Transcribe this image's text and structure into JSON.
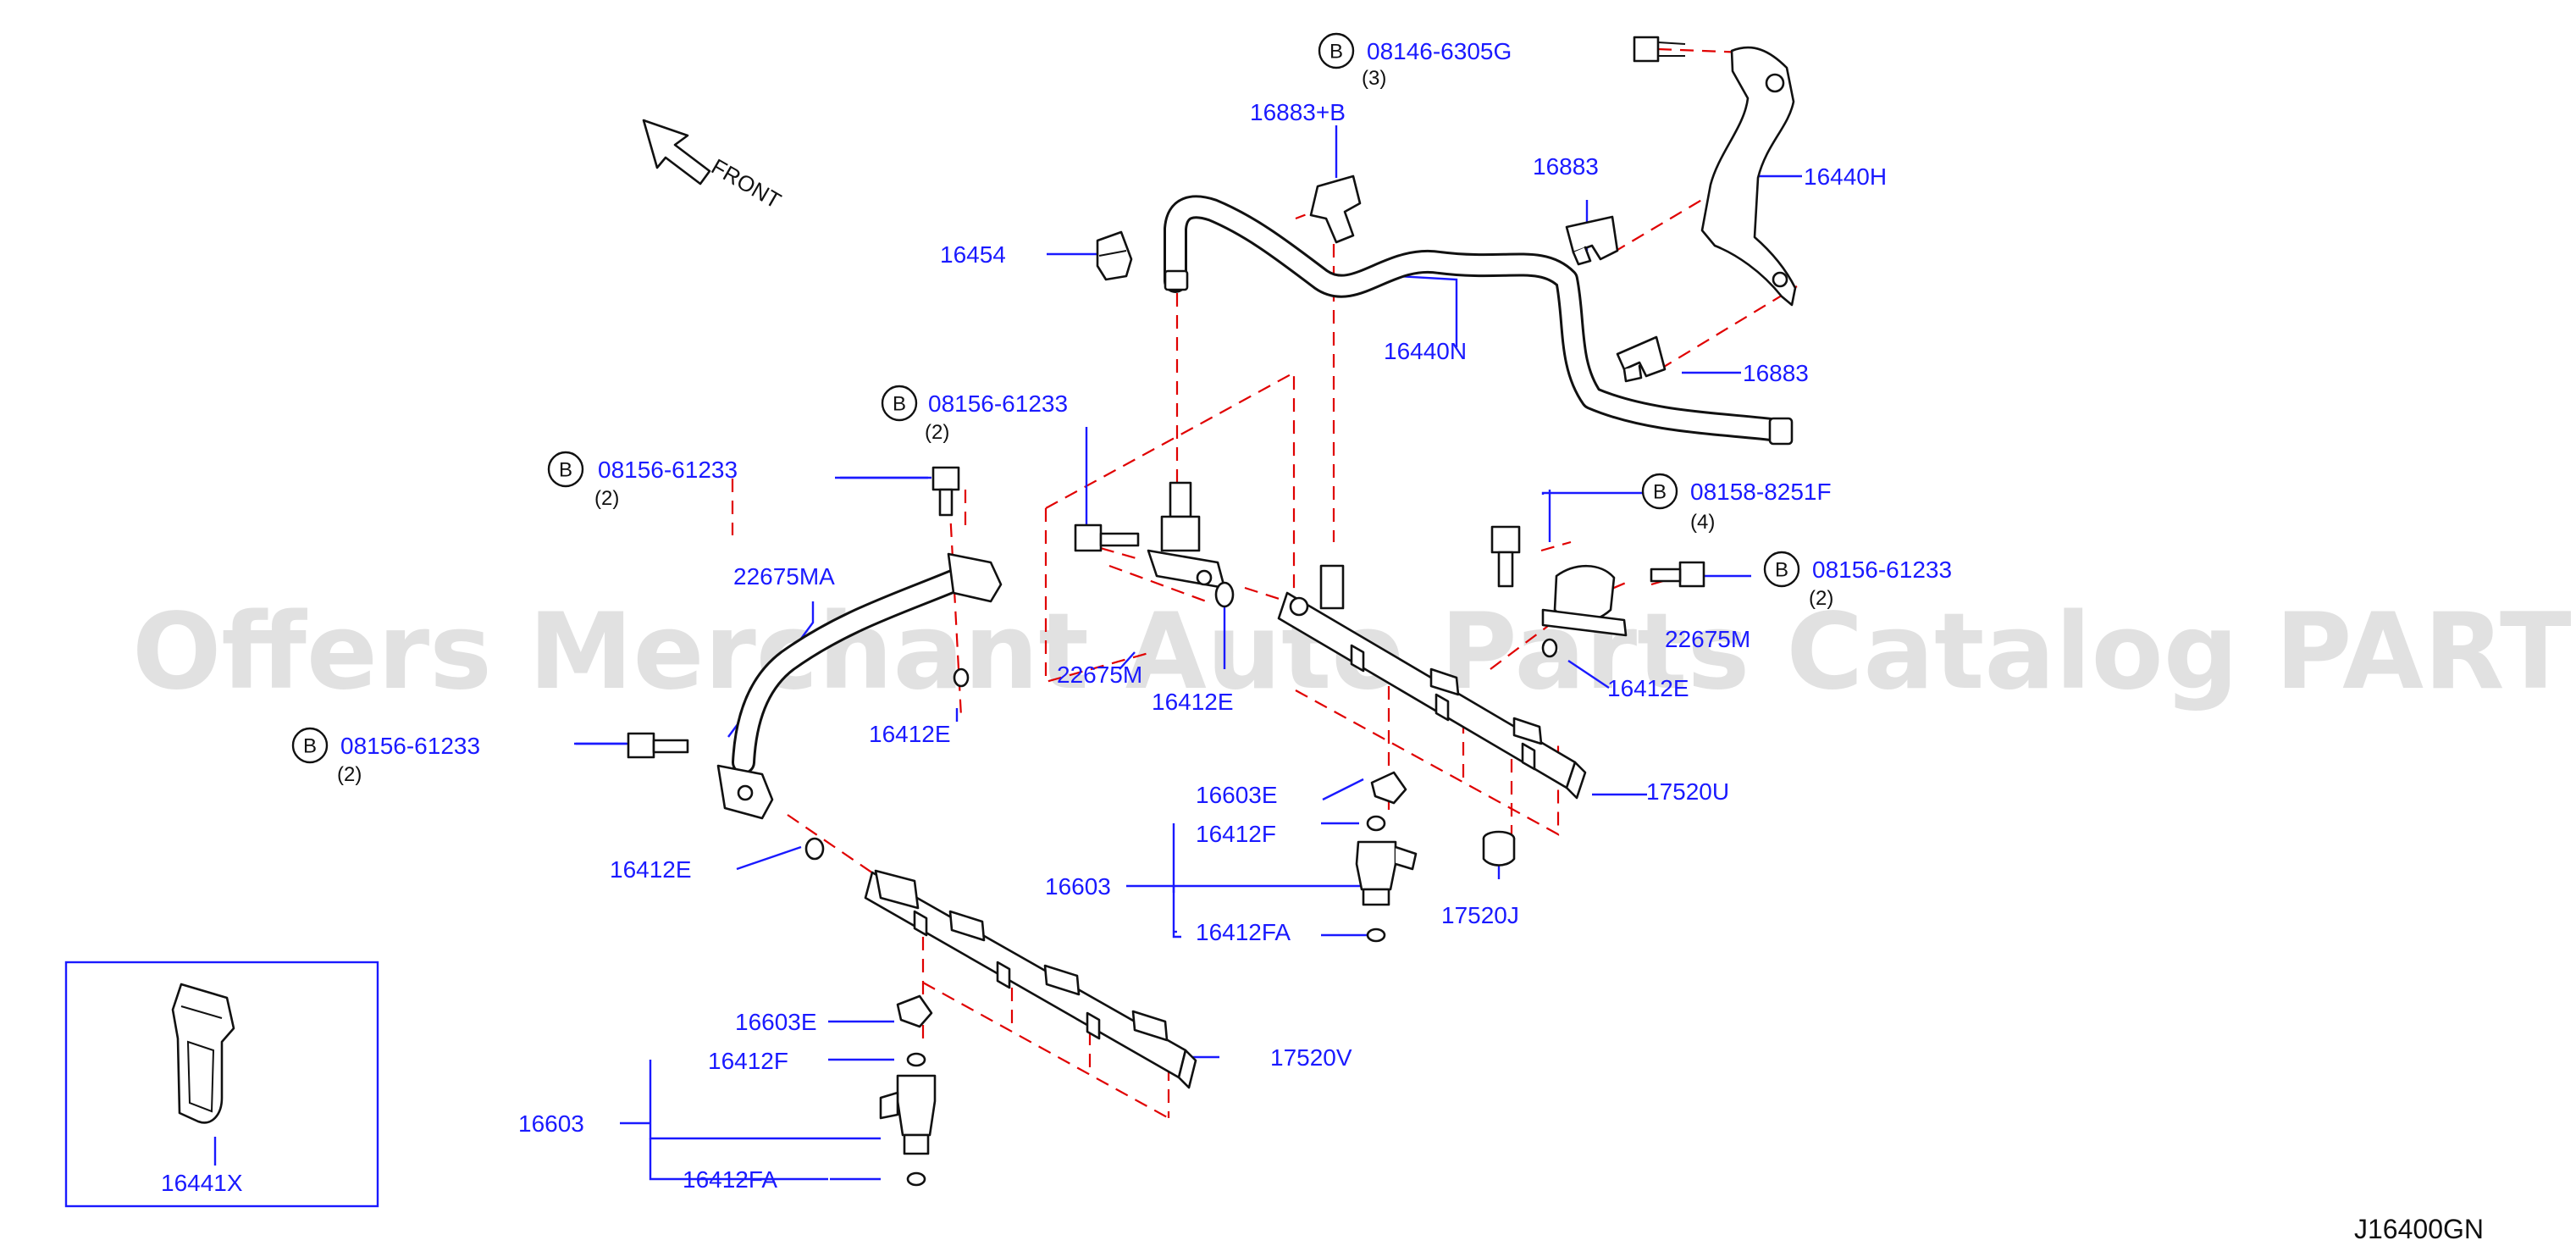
{
  "orientation": {
    "front_label": "FRONT"
  },
  "watermark": {
    "text": "Offers Merchant Auto Parts Catalog PARTSTORE.SA"
  },
  "figure_code": "J16400GN",
  "bolt_marker": "B",
  "bolts": [
    {
      "part_no": "08146-6305G",
      "qty": "(3)"
    },
    {
      "part_no": "08156-61233",
      "qty": "(2)"
    },
    {
      "part_no": "08156-61233",
      "qty": "(2)"
    },
    {
      "part_no": "08158-8251F",
      "qty": "(4)"
    },
    {
      "part_no": "08156-61233",
      "qty": "(2)"
    },
    {
      "part_no": "08156-61233",
      "qty": "(2)"
    }
  ],
  "labels": {
    "l_16883b": "16883+B",
    "l_16454": "16454",
    "l_16883_a": "16883",
    "l_16440h": "16440H",
    "l_16440n": "16440N",
    "l_16883_b": "16883",
    "l_22675ma": "22675MA",
    "l_22675mb_partial": "22675M",
    "l_16412e_a": "16412E",
    "l_16412e_b": "16412E",
    "l_22675m_partial2": "22675M",
    "l_16412e_c": "16412E",
    "l_16412e_d": "16412E",
    "l_16603e_a": "16603E",
    "l_17520u": "17520U",
    "l_16412f_a": "16412F",
    "l_16603_a": "16603",
    "l_16412fa_a": "16412FA",
    "l_17520j": "17520J",
    "l_16603e_b": "16603E",
    "l_16412f_b": "16412F",
    "l_17520v": "17520V",
    "l_16603_b": "16603",
    "l_16412fa_b": "16412FA",
    "l_16441x": "16441X"
  }
}
